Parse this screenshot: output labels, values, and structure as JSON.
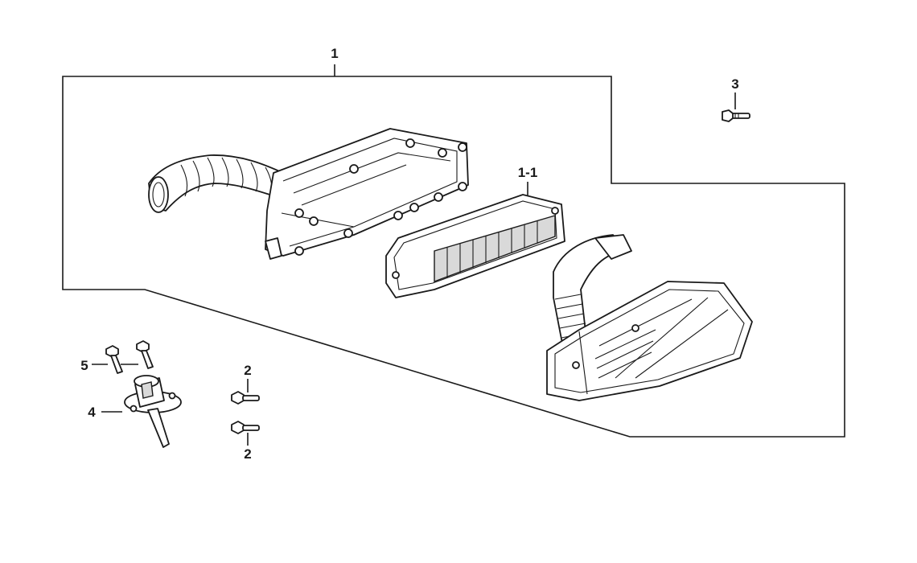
{
  "callouts": {
    "assembly": "1",
    "filter_element": "1-1",
    "bolt_small_top": "2",
    "bolt_small_bottom": "2",
    "bolt_right": "3",
    "drain_fitting": "4",
    "drain_screws": "5"
  }
}
